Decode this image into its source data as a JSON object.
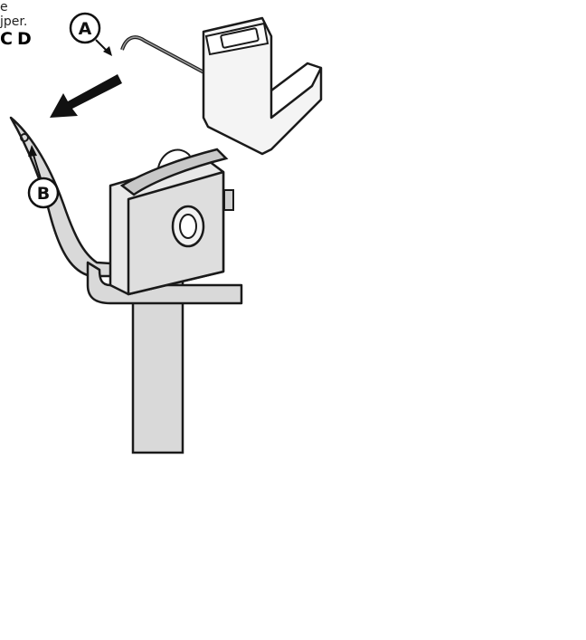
{
  "callouts": {
    "a": "A",
    "b": "B",
    "c": "C",
    "d": "D"
  },
  "cut_text": {
    "line1": "e",
    "line2": "jper."
  },
  "colors": {
    "outline": "#1a1a1a",
    "clip_fill": "#d9d9d9",
    "body_fill": "#e8e8e8",
    "cap_fill": "#f4f4f4",
    "shadow_fill": "#bdbdbd",
    "arrow": "#111111"
  }
}
